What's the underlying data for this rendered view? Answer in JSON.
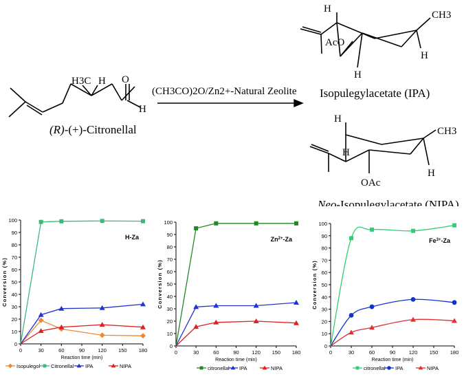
{
  "scheme": {
    "reactant_name_stereo": "(R)",
    "reactant_name_rest": "-(+)-Citronellal",
    "reactant_methyl": "H3C",
    "reactant_h": "H",
    "reactant_o": "O",
    "reactant_ald_h": "H",
    "reagent": "(CH3CO)2O/Zn2+-Natural Zeolite",
    "product1_name": "Isopulegylacetate (IPA)",
    "product1_h_top": "H",
    "product1_h_right": "H",
    "product1_h_bottom": "H",
    "product1_ch3": "CH3",
    "product1_aco": "AcO",
    "product2_name_italic": "Neo",
    "product2_name_rest": "-Isopulegylacetate (NIPA)",
    "product2_h_top": "H",
    "product2_h_mid": "H",
    "product2_h_right": "H",
    "product2_ch3": "CH3",
    "product2_oac": "OAc"
  },
  "chart_data": [
    {
      "type": "line",
      "title": "H-Za",
      "xlabel": "Reaction time (min)",
      "ylabel": "Conversion (%)",
      "xlim": [
        0,
        180
      ],
      "ylim": [
        0,
        100
      ],
      "xticks": [
        0,
        30,
        60,
        90,
        120,
        150,
        180
      ],
      "yticks": [
        0,
        10,
        20,
        30,
        40,
        50,
        60,
        70,
        80,
        90,
        100
      ],
      "grid": false,
      "legend": "bottom",
      "series": [
        {
          "name": "Isopulegol",
          "color": "#ee8833",
          "marker": "diamond",
          "x": [
            0,
            30,
            60,
            120,
            180
          ],
          "y": [
            0,
            19,
            12,
            7,
            6.5
          ]
        },
        {
          "name": "Citronellal",
          "color": "#3cb87a",
          "marker": "square",
          "x": [
            0,
            30,
            60,
            120,
            180
          ],
          "y": [
            0,
            98.5,
            99,
            99.3,
            99.1
          ]
        },
        {
          "name": "IPA",
          "color": "#2233cc",
          "marker": "triangle",
          "x": [
            0,
            30,
            60,
            120,
            180
          ],
          "y": [
            0,
            23.5,
            28.5,
            29,
            32
          ]
        },
        {
          "name": "NIPA",
          "color": "#e02020",
          "marker": "triangle",
          "x": [
            0,
            30,
            60,
            120,
            180
          ],
          "y": [
            0,
            10.5,
            13.5,
            15.5,
            13.5
          ]
        }
      ]
    },
    {
      "type": "line",
      "title_base": "Zn",
      "title_sup": "2+",
      "title_tail": "-Za",
      "xlabel": "Reaction time (min)",
      "ylabel": "Conversion (%)",
      "xlim": [
        0,
        180
      ],
      "ylim": [
        0,
        100
      ],
      "xticks": [
        0,
        30,
        60,
        90,
        120,
        150,
        180
      ],
      "yticks": [
        0,
        10,
        20,
        30,
        40,
        50,
        60,
        70,
        80,
        90,
        100
      ],
      "grid": false,
      "legend": "bottom",
      "series": [
        {
          "name": "citronellal",
          "color": "#1f8a1f",
          "marker": "square",
          "x": [
            0,
            30,
            60,
            120,
            180
          ],
          "y": [
            0,
            95,
            99,
            99,
            99
          ]
        },
        {
          "name": "IPA",
          "color": "#2233cc",
          "marker": "triangle",
          "x": [
            0,
            30,
            60,
            120,
            180
          ],
          "y": [
            0,
            31.5,
            32.5,
            32.5,
            35
          ]
        },
        {
          "name": "NIPA",
          "color": "#e02020",
          "marker": "triangle",
          "x": [
            0,
            30,
            60,
            120,
            180
          ],
          "y": [
            0,
            15.5,
            19,
            20,
            18.5
          ]
        }
      ]
    },
    {
      "type": "line",
      "title_base": "Fe",
      "title_sup": "3+",
      "title_tail": "-Za",
      "xlabel": "Reaction time (min)",
      "ylabel": "Conversion (%)",
      "xlim": [
        0,
        180
      ],
      "ylim": [
        0,
        100
      ],
      "xticks": [
        0,
        30,
        60,
        90,
        120,
        150,
        180
      ],
      "yticks": [
        0,
        10,
        20,
        30,
        40,
        50,
        60,
        70,
        80,
        90,
        100
      ],
      "grid": false,
      "legend": "bottom",
      "smooth": true,
      "series": [
        {
          "name": "citronellal",
          "color": "#33cc77",
          "marker": "square",
          "x": [
            0,
            30,
            60,
            120,
            180
          ],
          "y": [
            0,
            88,
            95,
            94,
            98.5
          ]
        },
        {
          "name": "IPA",
          "color": "#1133cc",
          "marker": "circle",
          "x": [
            0,
            30,
            60,
            120,
            180
          ],
          "y": [
            0,
            25,
            32,
            38,
            35.5
          ]
        },
        {
          "name": "NIPA",
          "color": "#e03030",
          "marker": "triangle",
          "x": [
            0,
            30,
            60,
            120,
            180
          ],
          "y": [
            0,
            11,
            15,
            21.5,
            20.5
          ]
        }
      ]
    }
  ]
}
